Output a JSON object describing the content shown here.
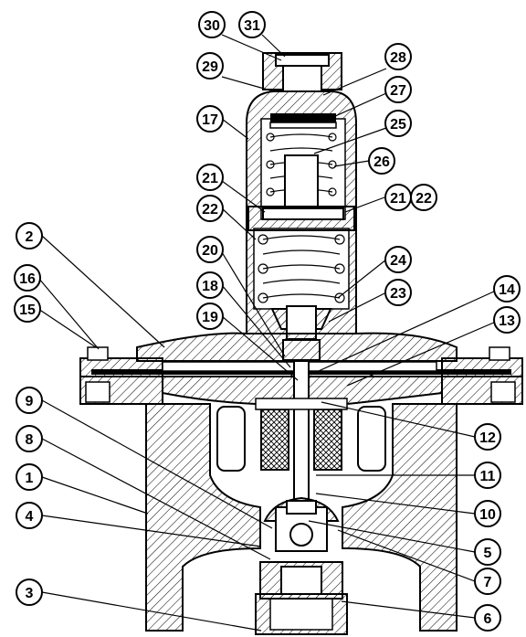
{
  "diagram": {
    "callouts": [
      {
        "id": "c30",
        "text": "30"
      },
      {
        "id": "c31",
        "text": "31"
      },
      {
        "id": "c29",
        "text": "29"
      },
      {
        "id": "c28",
        "text": "28"
      },
      {
        "id": "c27",
        "text": "27"
      },
      {
        "id": "c17",
        "text": "17"
      },
      {
        "id": "c25",
        "text": "25"
      },
      {
        "id": "c26",
        "text": "26"
      },
      {
        "id": "c21a",
        "text": "21"
      },
      {
        "id": "c22a",
        "text": "22"
      },
      {
        "id": "c21b",
        "text": "21"
      },
      {
        "id": "c22b",
        "text": "22"
      },
      {
        "id": "c2",
        "text": "2"
      },
      {
        "id": "c20",
        "text": "20"
      },
      {
        "id": "c24",
        "text": "24"
      },
      {
        "id": "c16",
        "text": "16"
      },
      {
        "id": "c18",
        "text": "18"
      },
      {
        "id": "c14",
        "text": "14"
      },
      {
        "id": "c15",
        "text": "15"
      },
      {
        "id": "c23",
        "text": "23"
      },
      {
        "id": "c19",
        "text": "19"
      },
      {
        "id": "c13",
        "text": "13"
      },
      {
        "id": "c9",
        "text": "9"
      },
      {
        "id": "c12",
        "text": "12"
      },
      {
        "id": "c8",
        "text": "8"
      },
      {
        "id": "c11",
        "text": "11"
      },
      {
        "id": "c1",
        "text": "1"
      },
      {
        "id": "c10",
        "text": "10"
      },
      {
        "id": "c4",
        "text": "4"
      },
      {
        "id": "c5",
        "text": "5"
      },
      {
        "id": "c7",
        "text": "7"
      },
      {
        "id": "c3",
        "text": "3"
      },
      {
        "id": "c6",
        "text": "6"
      }
    ]
  }
}
